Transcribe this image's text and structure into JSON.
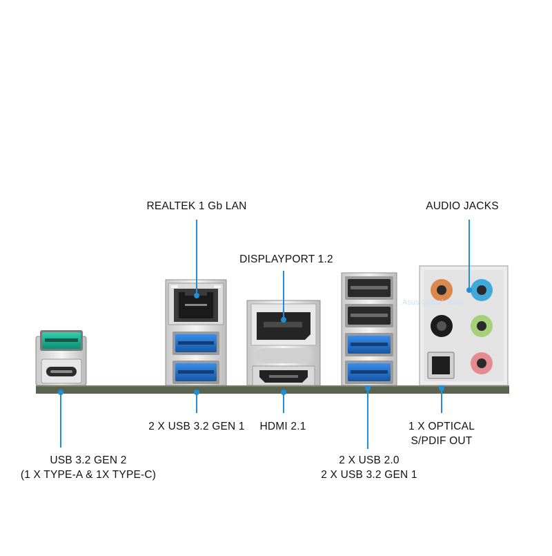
{
  "labels": {
    "lan": "REALTEK 1 Gb LAN",
    "audio": "AUDIO JACKS",
    "displayport": "DISPLAYPORT 1.2",
    "usb_32_gen1_pair": "2 X USB 3.2 GEN 1",
    "hdmi": "HDMI 2.1",
    "optical_line1": "1 X OPTICAL",
    "optical_line2": "S/PDIF OUT",
    "usb_gen2_line1": "USB 3.2 GEN 2",
    "usb_gen2_line2": "(1 X TYPE-A & 1X TYPE-C)",
    "usb_stack_line1": "2 X USB 2.0",
    "usb_stack_line2": "2 X USB 3.2 GEN 1"
  },
  "watermark": "Asus Global Store",
  "colors": {
    "callout": "#1e8fd8",
    "panel": "#5a6350",
    "usb3_blue": "#1f6fc9",
    "usb_gen2_teal": "#19a88a",
    "jack_orange": "#d9894d",
    "jack_lightblue": "#3fa9d9",
    "jack_black": "#1c1c1c",
    "jack_green": "#a6cf7a",
    "jack_pink": "#e48a90"
  }
}
